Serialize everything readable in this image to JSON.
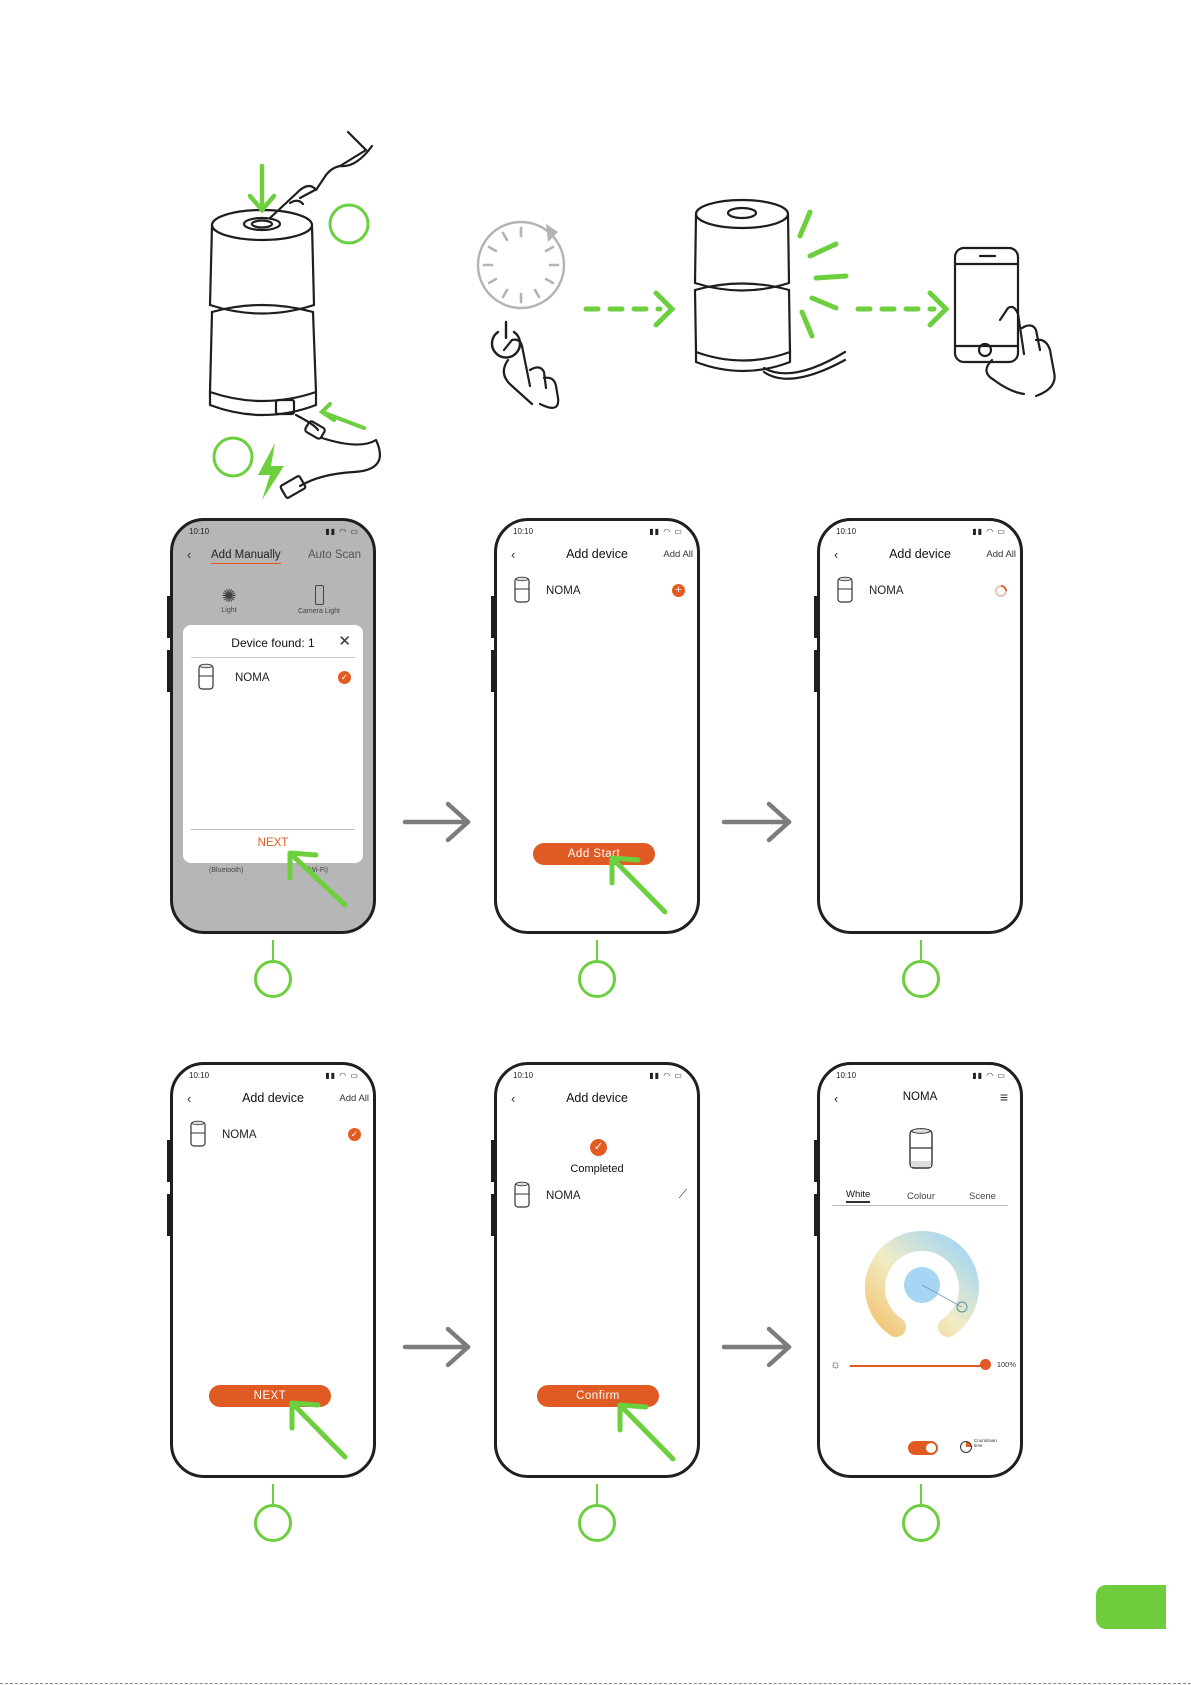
{
  "colors": {
    "accent_green": "#6ccf3e",
    "accent_orange": "#e05a23",
    "arrow_grey": "#7c7c7c"
  },
  "screen1": {
    "time": "10:10",
    "tab_manual": "Add Manually",
    "tab_auto": "Auto Scan",
    "cat_light": "Light",
    "cat_camera": "Camera Light",
    "under_left": "(Bluetooth)",
    "under_right": "(Wi-Fi)",
    "modal_title": "Device found: 1",
    "device_name": "NOMA",
    "next_label": "NEXT"
  },
  "screen2": {
    "time": "10:10",
    "title": "Add device",
    "add_all": "Add All",
    "device_name": "NOMA",
    "button_label": "Add Start"
  },
  "screen3": {
    "time": "10:10",
    "title": "Add device",
    "add_all": "Add All",
    "device_name": "NOMA"
  },
  "screen4": {
    "time": "10:10",
    "title": "Add device",
    "add_all": "Add All",
    "device_name": "NOMA",
    "button_label": "NEXT"
  },
  "screen5": {
    "time": "10:10",
    "title": "Add device",
    "status": "Completed",
    "device_name": "NOMA",
    "button_label": "Confirm"
  },
  "screen6": {
    "time": "10:10",
    "title": "NOMA",
    "tabs": [
      "White",
      "Colour",
      "Scene"
    ],
    "brightness_pct": "100%",
    "brightness_value": 1.0,
    "toggle_on": true,
    "countdown_label": "Countdown\ntime"
  },
  "icons": [
    "back-icon",
    "menu-icon",
    "plus-icon",
    "check-icon",
    "close-icon",
    "edit-icon",
    "sun-icon",
    "loading-icon",
    "clock-icon",
    "power-icon",
    "charge-icon"
  ]
}
